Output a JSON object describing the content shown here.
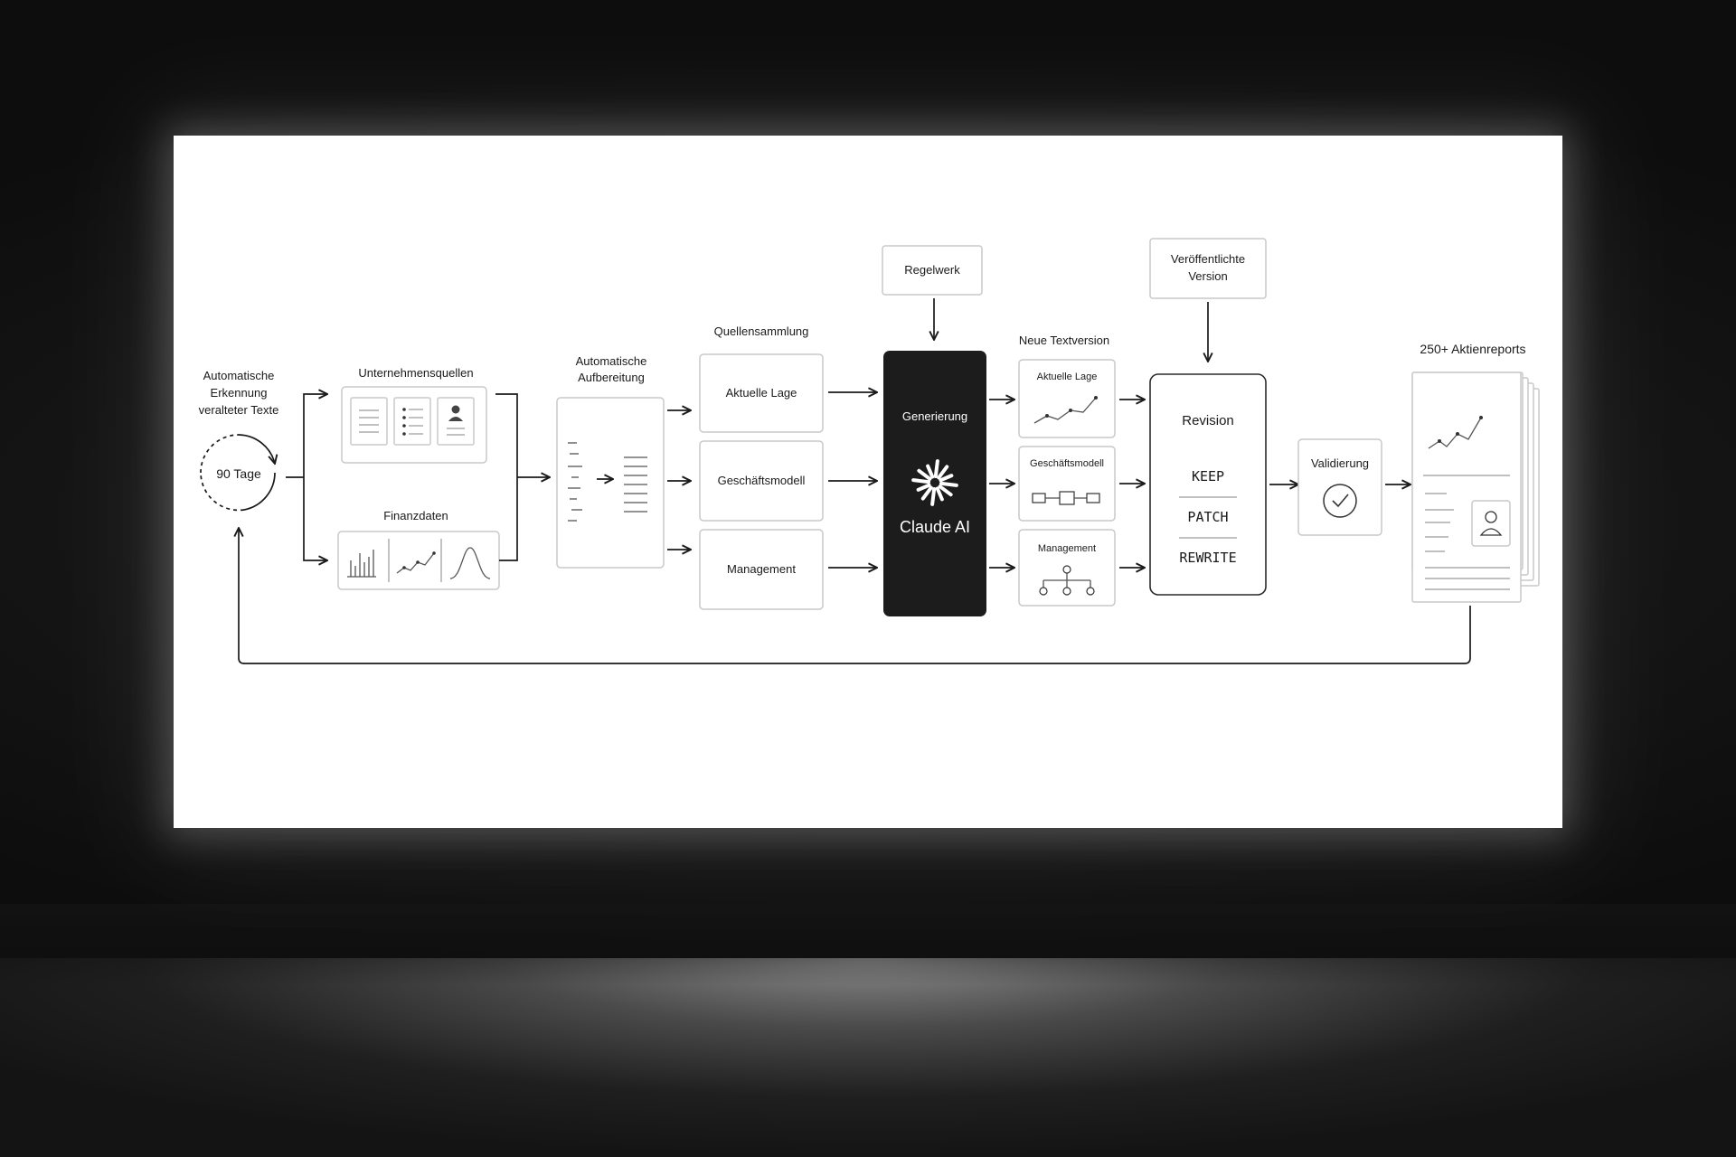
{
  "detection": {
    "title_line1": "Automatische",
    "title_line2": "Erkennung",
    "title_line3": "veralteter Texte",
    "cycle_label": "90 Tage"
  },
  "sources": {
    "company_title": "Unternehmensquellen",
    "financial_title": "Finanzdaten"
  },
  "preparation": {
    "title_line1": "Automatische",
    "title_line2": "Aufbereitung"
  },
  "collection": {
    "title": "Quellensammlung",
    "items": [
      "Aktuelle Lage",
      "Geschäftsmodell",
      "Management"
    ]
  },
  "rules": {
    "label": "Regelwerk"
  },
  "generation": {
    "title": "Generierung",
    "engine": "Claude AI"
  },
  "new_version": {
    "title": "Neue Textversion",
    "items": [
      "Aktuelle Lage",
      "Geschäftsmodell",
      "Management"
    ]
  },
  "published": {
    "line1": "Veröffentlichte",
    "line2": "Version"
  },
  "revision": {
    "title": "Revision",
    "options": [
      "KEEP",
      "PATCH",
      "REWRITE"
    ]
  },
  "validation": {
    "label": "Validierung"
  },
  "output": {
    "title": "250+ Aktienreports"
  },
  "colors": {
    "engine_bg": "#1c1c1c",
    "line": "#1a1a1a",
    "box_border": "#c9c9c9"
  }
}
